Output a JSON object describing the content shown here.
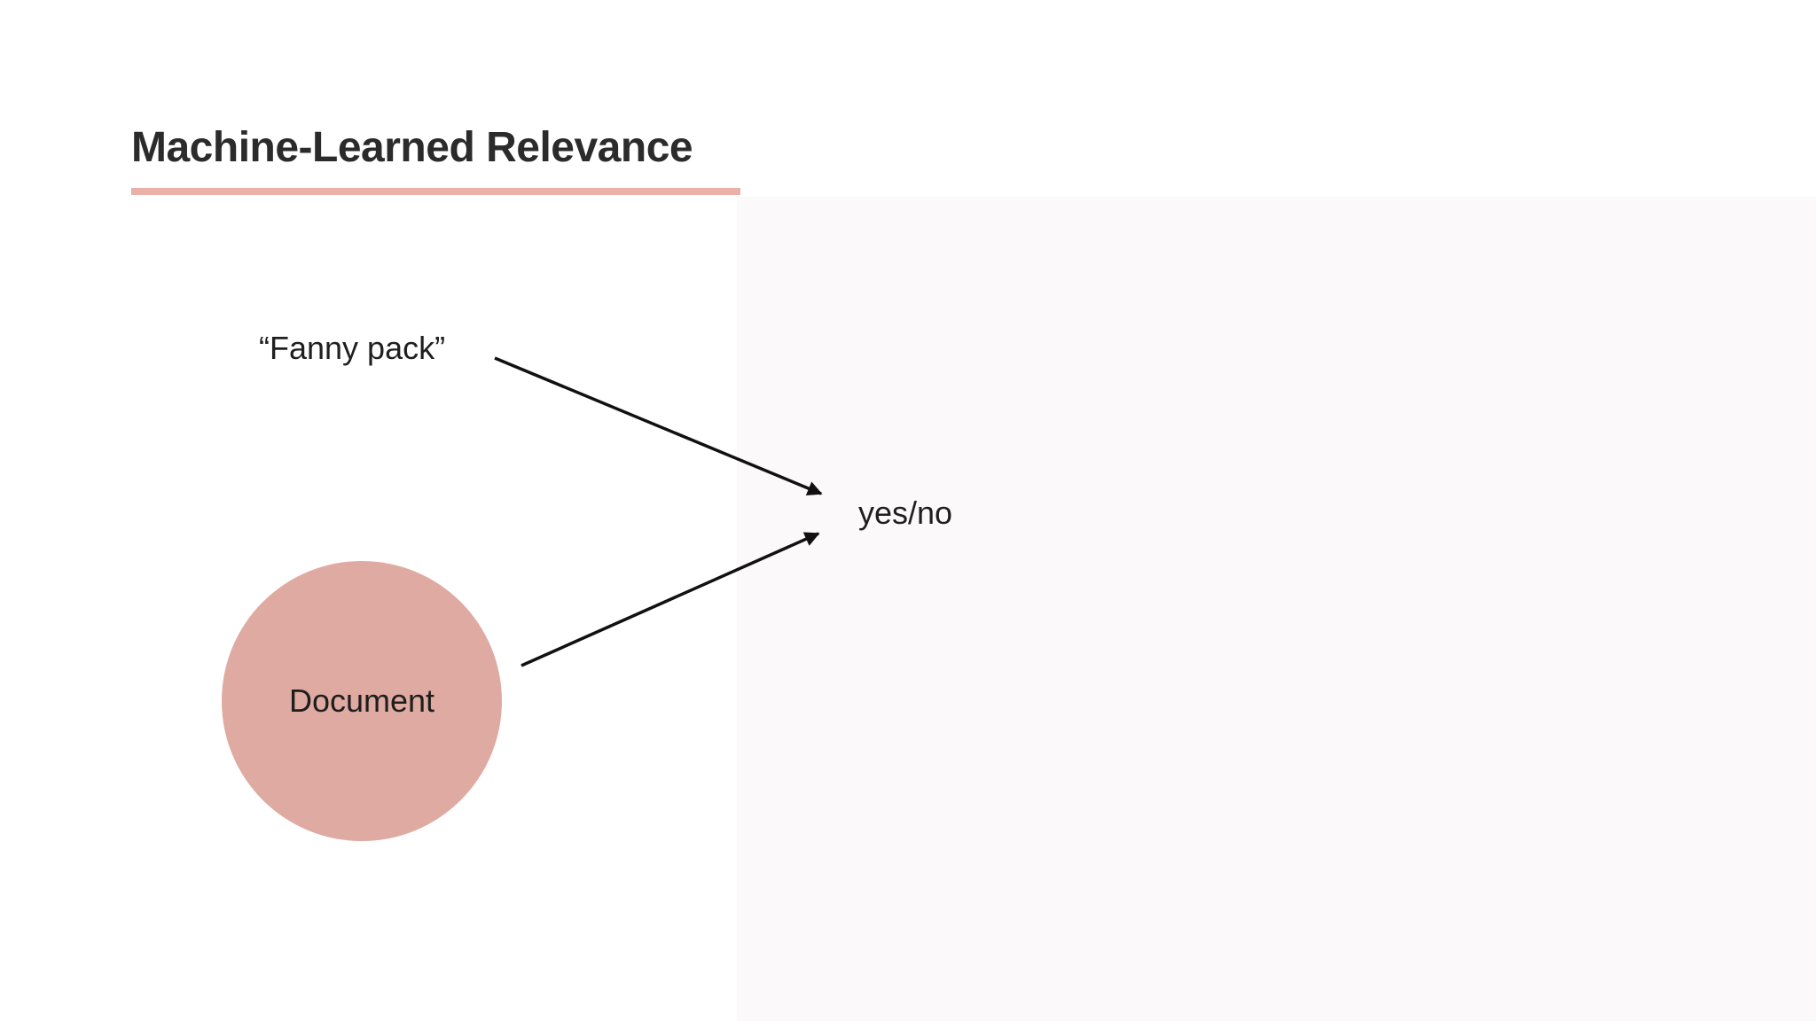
{
  "slide": {
    "title": "Machine-Learned Relevance",
    "title_color": "#2b2b2b",
    "accent_underline_color": "#e9b1a8",
    "background_color": "#ffffff"
  },
  "diagram": {
    "query_label": "“Fanny pack”",
    "document_node_label": "Document",
    "output_label": "yes/no",
    "document_node_color": "#dfaaa1",
    "arrow_color": "#111111",
    "arrows": [
      {
        "name": "query-to-output",
        "from": "query-label",
        "to": "output-label"
      },
      {
        "name": "document-to-output",
        "from": "document-node",
        "to": "output-label"
      }
    ]
  }
}
